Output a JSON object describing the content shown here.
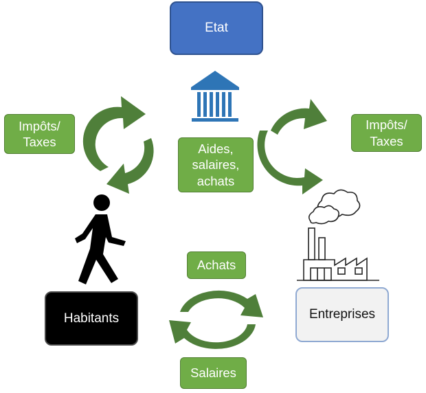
{
  "nodes": {
    "etat": "Etat",
    "habitants": "Habitants",
    "entreprises": "Entreprises"
  },
  "flows": {
    "impots_left": [
      "Impôts/",
      "Taxes"
    ],
    "impots_right": [
      "Impôts/",
      "Taxes"
    ],
    "aides": [
      "Aides,",
      "salaires,",
      "achats"
    ],
    "achats": "Achats",
    "salaires": "Salaires"
  },
  "icons": [
    "government-building-icon",
    "walking-person-icon",
    "factory-icon",
    "circular-arrows-icon"
  ],
  "colors": {
    "etat": "#4472c4",
    "habitants": "#000000",
    "entreprises": "#f2f2f2",
    "label_green": "#70ad47",
    "arrow_green": "#4f7f3a",
    "building_blue": "#2e75b6"
  }
}
